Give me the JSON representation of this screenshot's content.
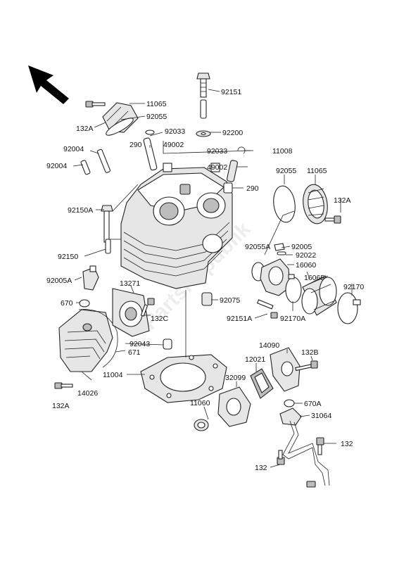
{
  "watermark": "PartsRepublik",
  "labels": {
    "l11065a": "11065",
    "l92055a": "92055",
    "l132a_a": "132A",
    "l92033a": "92033",
    "l290a": "290",
    "l49002a": "49002",
    "l92004a": "92004",
    "l92004b": "92004",
    "l92151": "92151",
    "l92200": "92200",
    "l11008": "11008",
    "l92033b": "92033",
    "l49002b": "49002",
    "l290b": "290",
    "l92055b": "92055",
    "l11065b": "11065",
    "l132a_b": "132A",
    "l92150a": "92150A",
    "l92150": "92150",
    "l92055aa": "92055A",
    "l92005": "92005",
    "l92022": "92022",
    "l16060": "16060",
    "l16065": "16065",
    "l92170": "92170",
    "l92005a": "92005A",
    "l13271": "13271",
    "l670": "670",
    "l132c": "132C",
    "l92075": "92075",
    "l92151a": "92151A",
    "l92170a": "92170A",
    "l92043": "92043",
    "l671": "671",
    "l14090": "14090",
    "l132b": "132B",
    "l12021": "12021",
    "l11004": "11004",
    "l32099": "32099",
    "l14026": "14026",
    "l11060": "11060",
    "l670a": "670A",
    "l31064": "31064",
    "l132a_c": "132A",
    "l132a": "132",
    "l132b2": "132"
  }
}
